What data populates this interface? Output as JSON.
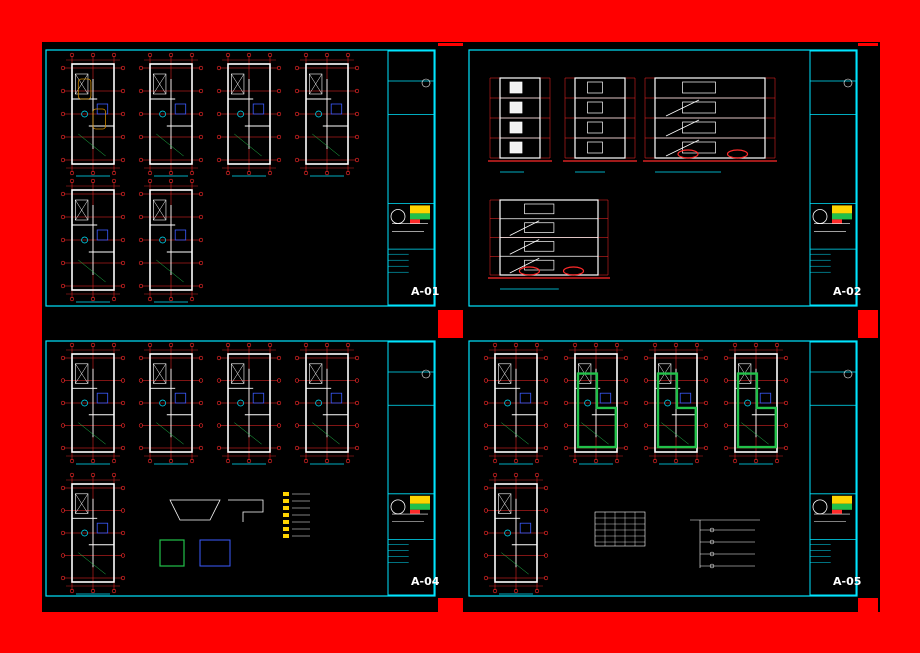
{
  "colors": {
    "background": "#ff0000",
    "canvas": "#000000",
    "border": "#00e5ff",
    "wall": "#ffffff",
    "dimension": "#ff2a2a",
    "hatch": "#00cc44",
    "accent_green": "#22c04a",
    "accent_blue": "#3b5bff",
    "accent_yellow": "#ffd400"
  },
  "sheets": [
    {
      "id": "sheet-a01",
      "label": "A-01",
      "type": "floor-plans",
      "plans": 6
    },
    {
      "id": "sheet-a02",
      "label": "A-02",
      "type": "elevations-sections"
    },
    {
      "id": "sheet-a04",
      "label": "A-04",
      "type": "plans-details",
      "plans": 5
    },
    {
      "id": "sheet-a05",
      "label": "A-05",
      "type": "installations",
      "plans": 5
    }
  ]
}
